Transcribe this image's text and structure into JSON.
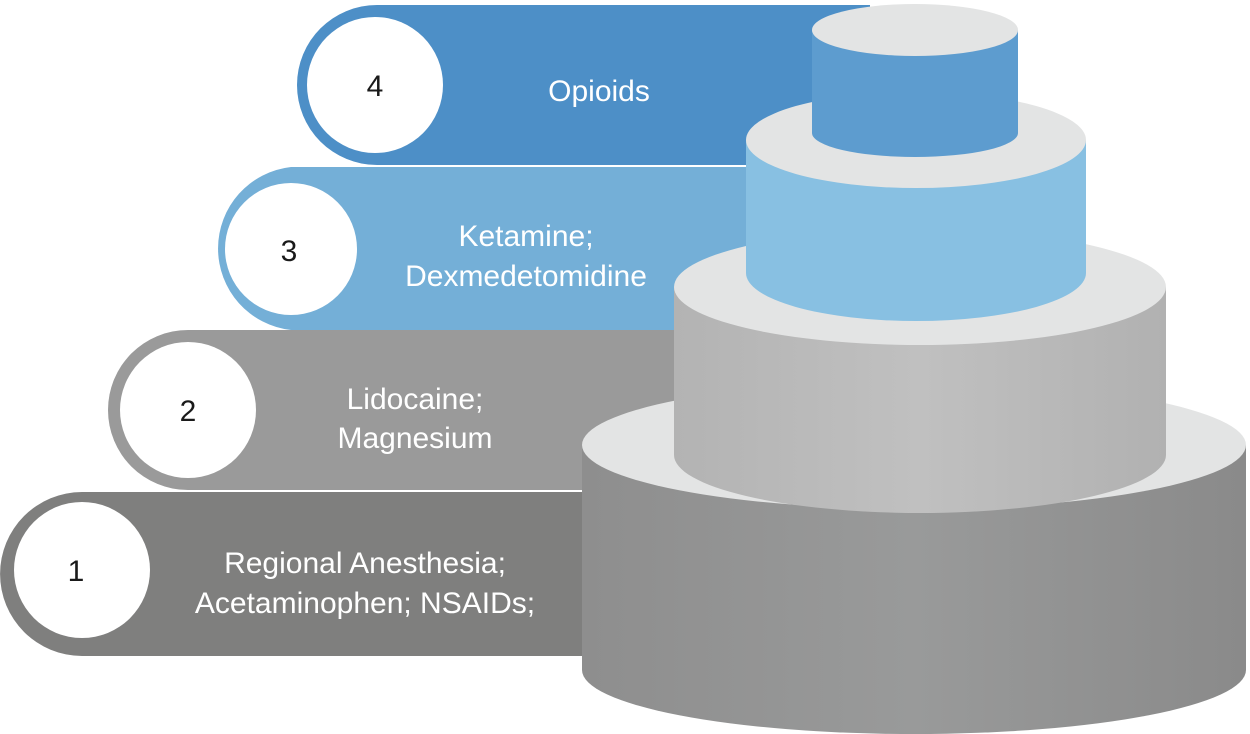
{
  "diagram": {
    "colors": {
      "tier1": "#7f7f7e",
      "tier2": "#9a9a9a",
      "tier3": "#74afd7",
      "tier4": "#4d8fc7",
      "tier3_cake_side": "#88c0e2",
      "tier4_cake_side": "#5d9ccf",
      "tier_top": "#e3e4e4",
      "badge": "#ffffff"
    },
    "tiers": [
      {
        "number": "1",
        "lines": [
          "Regional Anesthesia;",
          "Acetaminophen; NSAIDs;"
        ]
      },
      {
        "number": "2",
        "lines": [
          "Lidocaine;",
          "Magnesium"
        ]
      },
      {
        "number": "3",
        "lines": [
          "Ketamine;",
          "Dexmedetomidine"
        ]
      },
      {
        "number": "4",
        "lines": [
          "Opioids"
        ]
      }
    ]
  }
}
